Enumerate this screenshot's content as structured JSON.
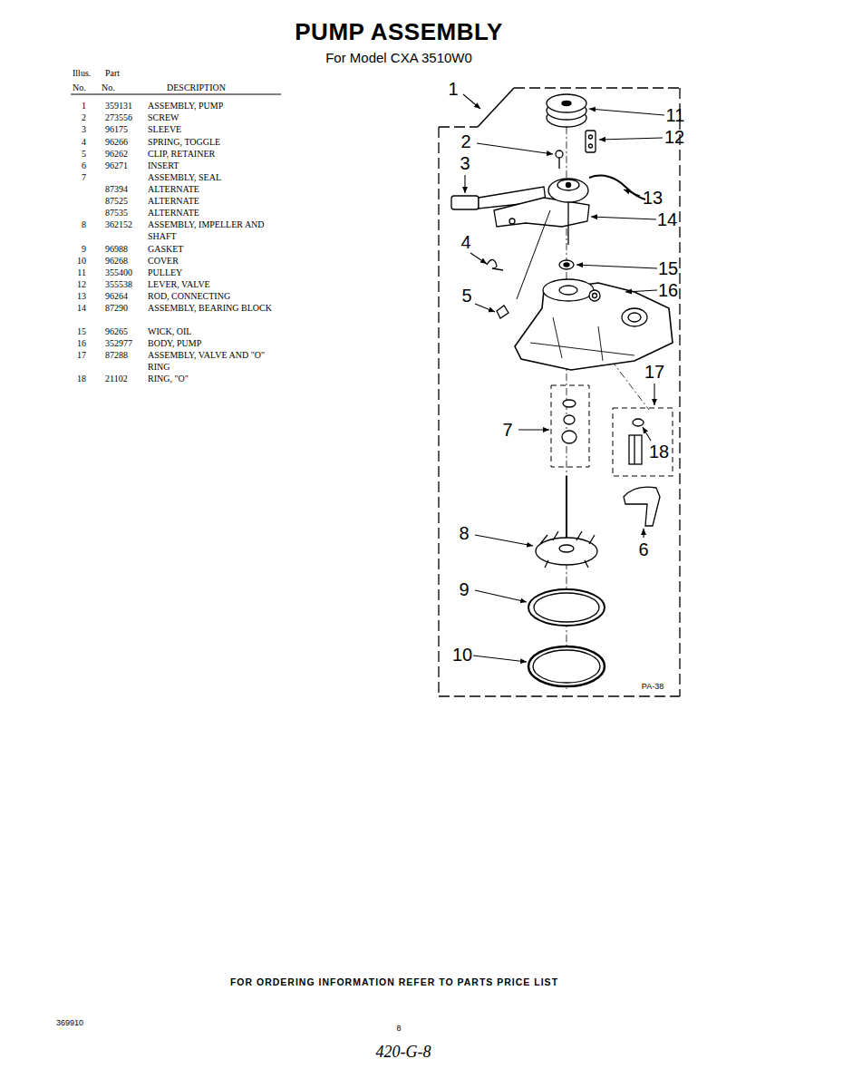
{
  "diagram": {
    "title": "PUMP ASSEMBLY",
    "labels": [
      "For Model CXA 3510W0",
      "Illus.",
      "Part",
      "No.",
      "No.",
      "DESCRIPTION",
      "1",
      "359131",
      "ASSEMBLY, PUMP",
      "2",
      "273556",
      "SCREW",
      "3",
      "96175",
      "SLEEVE",
      "4",
      "96266",
      "SPRING, TOGGLE",
      "5",
      "96262",
      "CLIP, RETAINER",
      "6",
      "96271",
      "INSERT",
      "7",
      "ASSEMBLY, SEAL",
      "87394",
      "ALTERNATE",
      "87525",
      "ALTERNATE",
      "87535",
      "ALTERNATE",
      "8",
      "362152",
      "ASSEMBLY, IMPELLER AND SHAFT",
      "9",
      "96988",
      "GASKET",
      "10",
      "96268",
      "COVER",
      "11",
      "355400",
      "PULLEY",
      "12",
      "355538",
      "LEVER, VALVE",
      "13",
      "96264",
      "ROD, CONNECTING",
      "14",
      "87290",
      "ASSEMBLY, BEARING BLOCK",
      "15",
      "96265",
      "WICK, OIL",
      "16",
      "352977",
      "BODY, PUMP",
      "17",
      "87288",
      "ASSEMBLY, VALVE AND \"O\" RING",
      "18",
      "21102",
      "RING, \"O\"",
      "1",
      "11",
      "2",
      "12",
      "3",
      "13",
      "14",
      "4",
      "15",
      "16",
      "5",
      "17",
      "7",
      "18",
      "6",
      "8",
      "9",
      "10",
      "PA-38",
      "FOR ORDERING INFORMATION REFER TO PARTS PRICE LIST",
      "369910",
      "8",
      "420-G-8"
    ]
  }
}
